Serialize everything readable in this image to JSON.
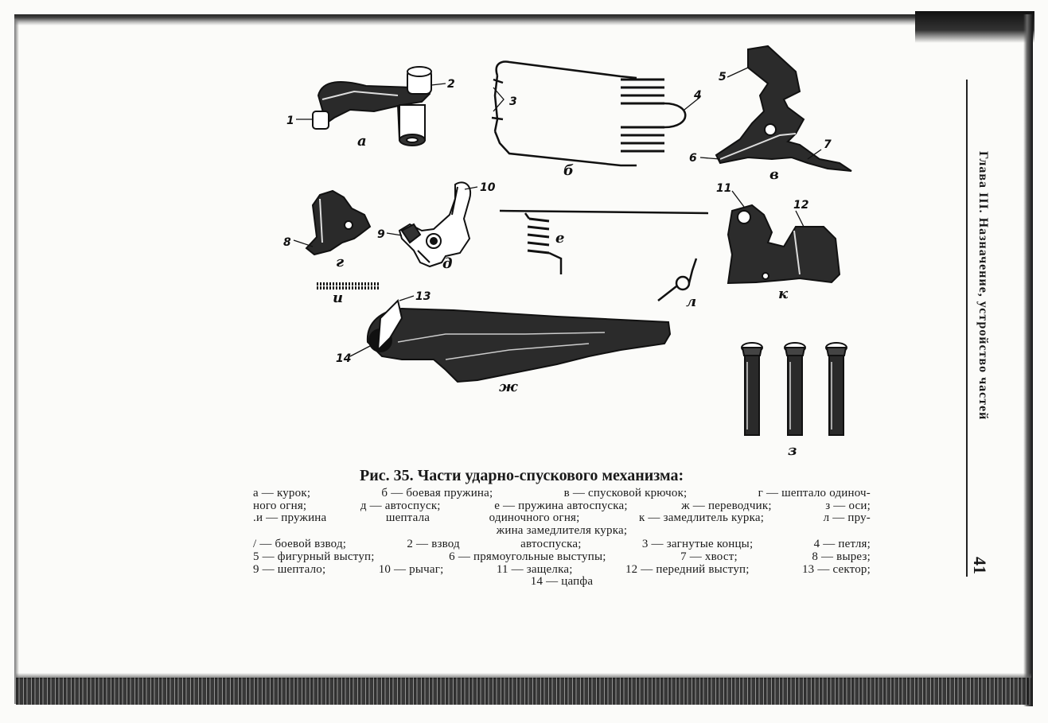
{
  "figure": {
    "parts": [
      {
        "letter": "а",
        "name": "курок"
      },
      {
        "letter": "б",
        "name": "боевая пружина"
      },
      {
        "letter": "в",
        "name": "спусковой крючок"
      },
      {
        "letter": "г",
        "name": "шептало одиночного огня"
      },
      {
        "letter": "д",
        "name": "автоспуск"
      },
      {
        "letter": "е",
        "name": "пружина автоспуска"
      },
      {
        "letter": "ж",
        "name": "переводчик"
      },
      {
        "letter": "з",
        "name": "оси"
      },
      {
        "letter": "и",
        "name": "пружина шептала одиночного огня"
      },
      {
        "letter": "к",
        "name": "замедлитель курка"
      },
      {
        "letter": "л",
        "name": "пружина замедлителя курка"
      }
    ],
    "callouts": [
      "1",
      "2",
      "3",
      "4",
      "5",
      "6",
      "7",
      "8",
      "9",
      "10",
      "11",
      "12",
      "13",
      "14"
    ]
  },
  "caption": {
    "title": "Рис. 35. Части ударно-спускового механизма:",
    "lines": [
      [
        "а — курок;",
        "б — боевая пружина;",
        "в — спусковой крючок;",
        "г — шептало одиноч-"
      ],
      [
        "ного огня;",
        "д — автоспуск;",
        "е — пружина автоспуска;",
        "ж — переводчик;",
        "з — оси;"
      ],
      [
        ".и — пружина",
        "шептала",
        "одиночного огня;",
        "к — замедлитель курка;",
        "л — пру-"
      ],
      [
        "жина замедлителя курка;"
      ],
      [
        "/ — боевой взвод;",
        "2 — взвод",
        "автоспуска;",
        "3 — загнутые концы;",
        "4 — петля;"
      ],
      [
        "5 — фигурный выступ;",
        "6 — прямоугольные выступы;",
        "7 — хвост;",
        "8 — вырез;"
      ],
      [
        "9 — шептало;",
        "10 — рычаг;",
        "11 — защелка;",
        "12 — передний выступ;",
        "13 — сектор;"
      ],
      [
        "14 — цапфа"
      ]
    ]
  },
  "running_head": "Глава III. Назначение, устройство частей",
  "page_number": "41"
}
